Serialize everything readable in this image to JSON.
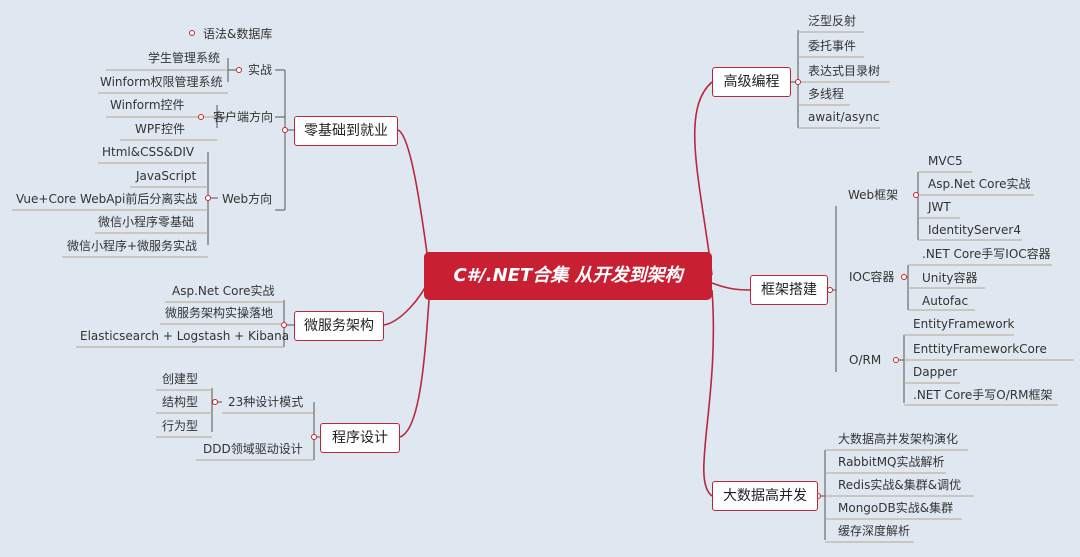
{
  "center": "C#/.NET合集 从开发到架构",
  "branches": {
    "zero": "零基础到就业",
    "micro": "微服务架构",
    "prog": "程序设计",
    "adv": "高级编程",
    "fw": "框架搭建",
    "big": "大数据高并发"
  },
  "zero": {
    "syntax": "语法&数据库",
    "practice": "实战",
    "practice_items": [
      "学生管理系统",
      "Winform权限管理系统"
    ],
    "client": "客户端方向",
    "client_items": [
      "Winform控件",
      "WPF控件"
    ],
    "web": "Web方向",
    "web_items": [
      "Html&CSS&DIV",
      "JavaScript",
      "Vue+Core WebApi前后分离实战"
    ],
    "wx1": "微信小程序零基础",
    "wx2": "微信小程序+微服务实战"
  },
  "micro_items": [
    "Asp.Net Core实战",
    "微服务架构实操落地",
    "Elasticsearch + Logstash + Kibana"
  ],
  "prog": {
    "patterns": "23种设计模式",
    "pattern_items": [
      "创建型",
      "结构型",
      "行为型"
    ],
    "ddd": "DDD领域驱动设计"
  },
  "adv_items": [
    "泛型反射",
    "委托事件",
    "表达式目录树",
    "多线程",
    "await/async"
  ],
  "fw": {
    "web": "Web框架",
    "web_items": [
      "MVC5",
      "Asp.Net Core实战",
      "JWT",
      "IdentityServer4"
    ],
    "ioc": "IOC容器",
    "ioc_items": [
      ".NET Core手写IOC容器",
      "Unity容器",
      "Autofac"
    ],
    "orm": "O/RM",
    "orm_items": [
      "EntityFramework",
      "EnttityFrameworkCore",
      "Dapper",
      ".NET Core手写O/RM框架"
    ]
  },
  "big_items": [
    "大数据高并发架构演化",
    "RabbitMQ实战解析",
    "Redis实战&集群&调优",
    "MongoDB实战&集群",
    "缓存深度解析"
  ],
  "colors": {
    "accent": "#c81f32",
    "line": "#b8283a",
    "bg": "#dfe8f1"
  }
}
